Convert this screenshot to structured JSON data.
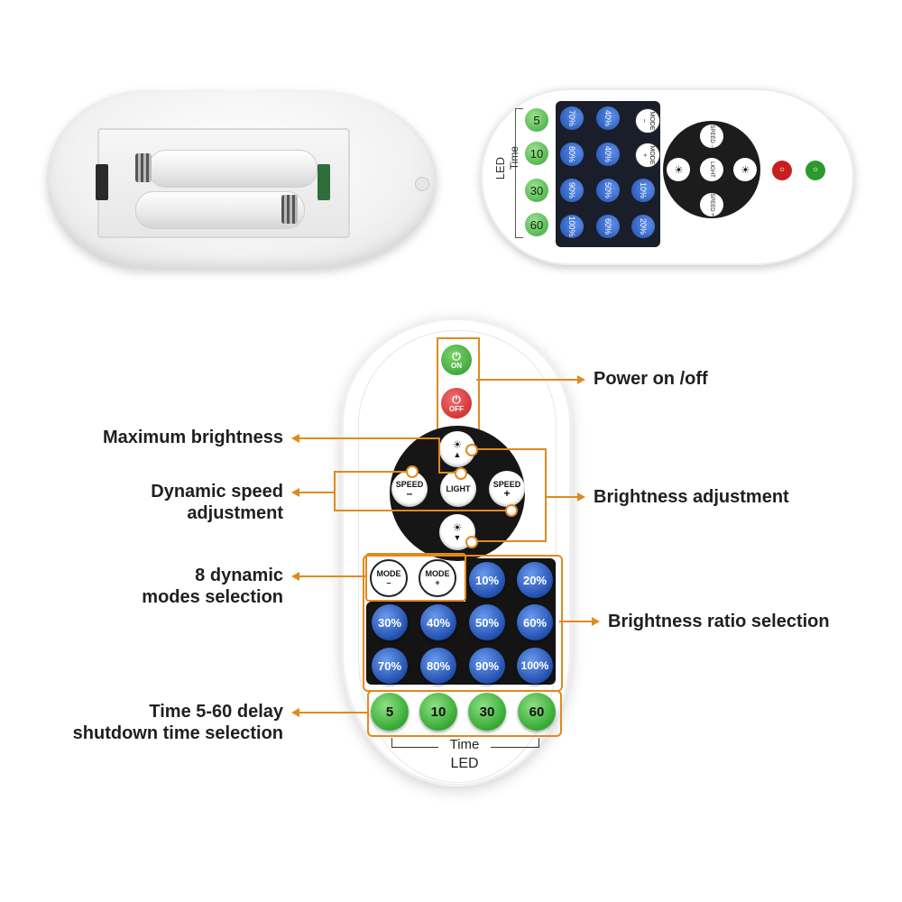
{
  "small_remote": {
    "led_label": "LED",
    "time_label": "Time",
    "time_buttons": [
      "5",
      "10",
      "30",
      "60"
    ],
    "brightness_buttons": [
      "70%",
      "40%",
      "80%",
      "40%",
      "90%",
      "50%",
      "10%",
      "100%",
      "60%",
      "20%"
    ],
    "mode_minus": "MODE –",
    "mode_plus": "MODE +",
    "speed_minus": "SPEED –",
    "speed_plus": "SPEED +",
    "light": "LIGHT"
  },
  "main_remote": {
    "power_on_label": "ON",
    "power_off_label": "OFF",
    "wheel": {
      "speed_minus": "SPEED",
      "speed_minus_sign": "–",
      "light": "LIGHT",
      "speed_plus": "SPEED",
      "speed_plus_sign": "+"
    },
    "mode_minus": "MODE",
    "mode_minus_sign": "–",
    "mode_plus": "MODE",
    "mode_plus_sign": "+",
    "brightness_row1": [
      "10%",
      "20%"
    ],
    "brightness_row2": [
      "30%",
      "40%",
      "50%",
      "60%"
    ],
    "brightness_row3": [
      "70%",
      "80%",
      "90%",
      "100%"
    ],
    "time_buttons": [
      "5",
      "10",
      "30",
      "60"
    ],
    "time_label": "Time",
    "led_label": "LED"
  },
  "callouts": {
    "power": "Power on /off",
    "max_brightness": "Maximum brightness",
    "dynamic_speed_1": "Dynamic speed",
    "dynamic_speed_2": "adjustment",
    "brightness_adjustment": "Brightness adjustment",
    "modes_1": "8 dynamic",
    "modes_2": "modes selection",
    "brightness_ratio": "Brightness ratio selection",
    "time_1": "Time 5-60 delay",
    "time_2": "shutdown time selection"
  },
  "colors": {
    "accent": "#e08a1e",
    "blue_button": "#1d4aa8",
    "green_button": "#2ea62c",
    "off_button": "#c81e1e"
  }
}
